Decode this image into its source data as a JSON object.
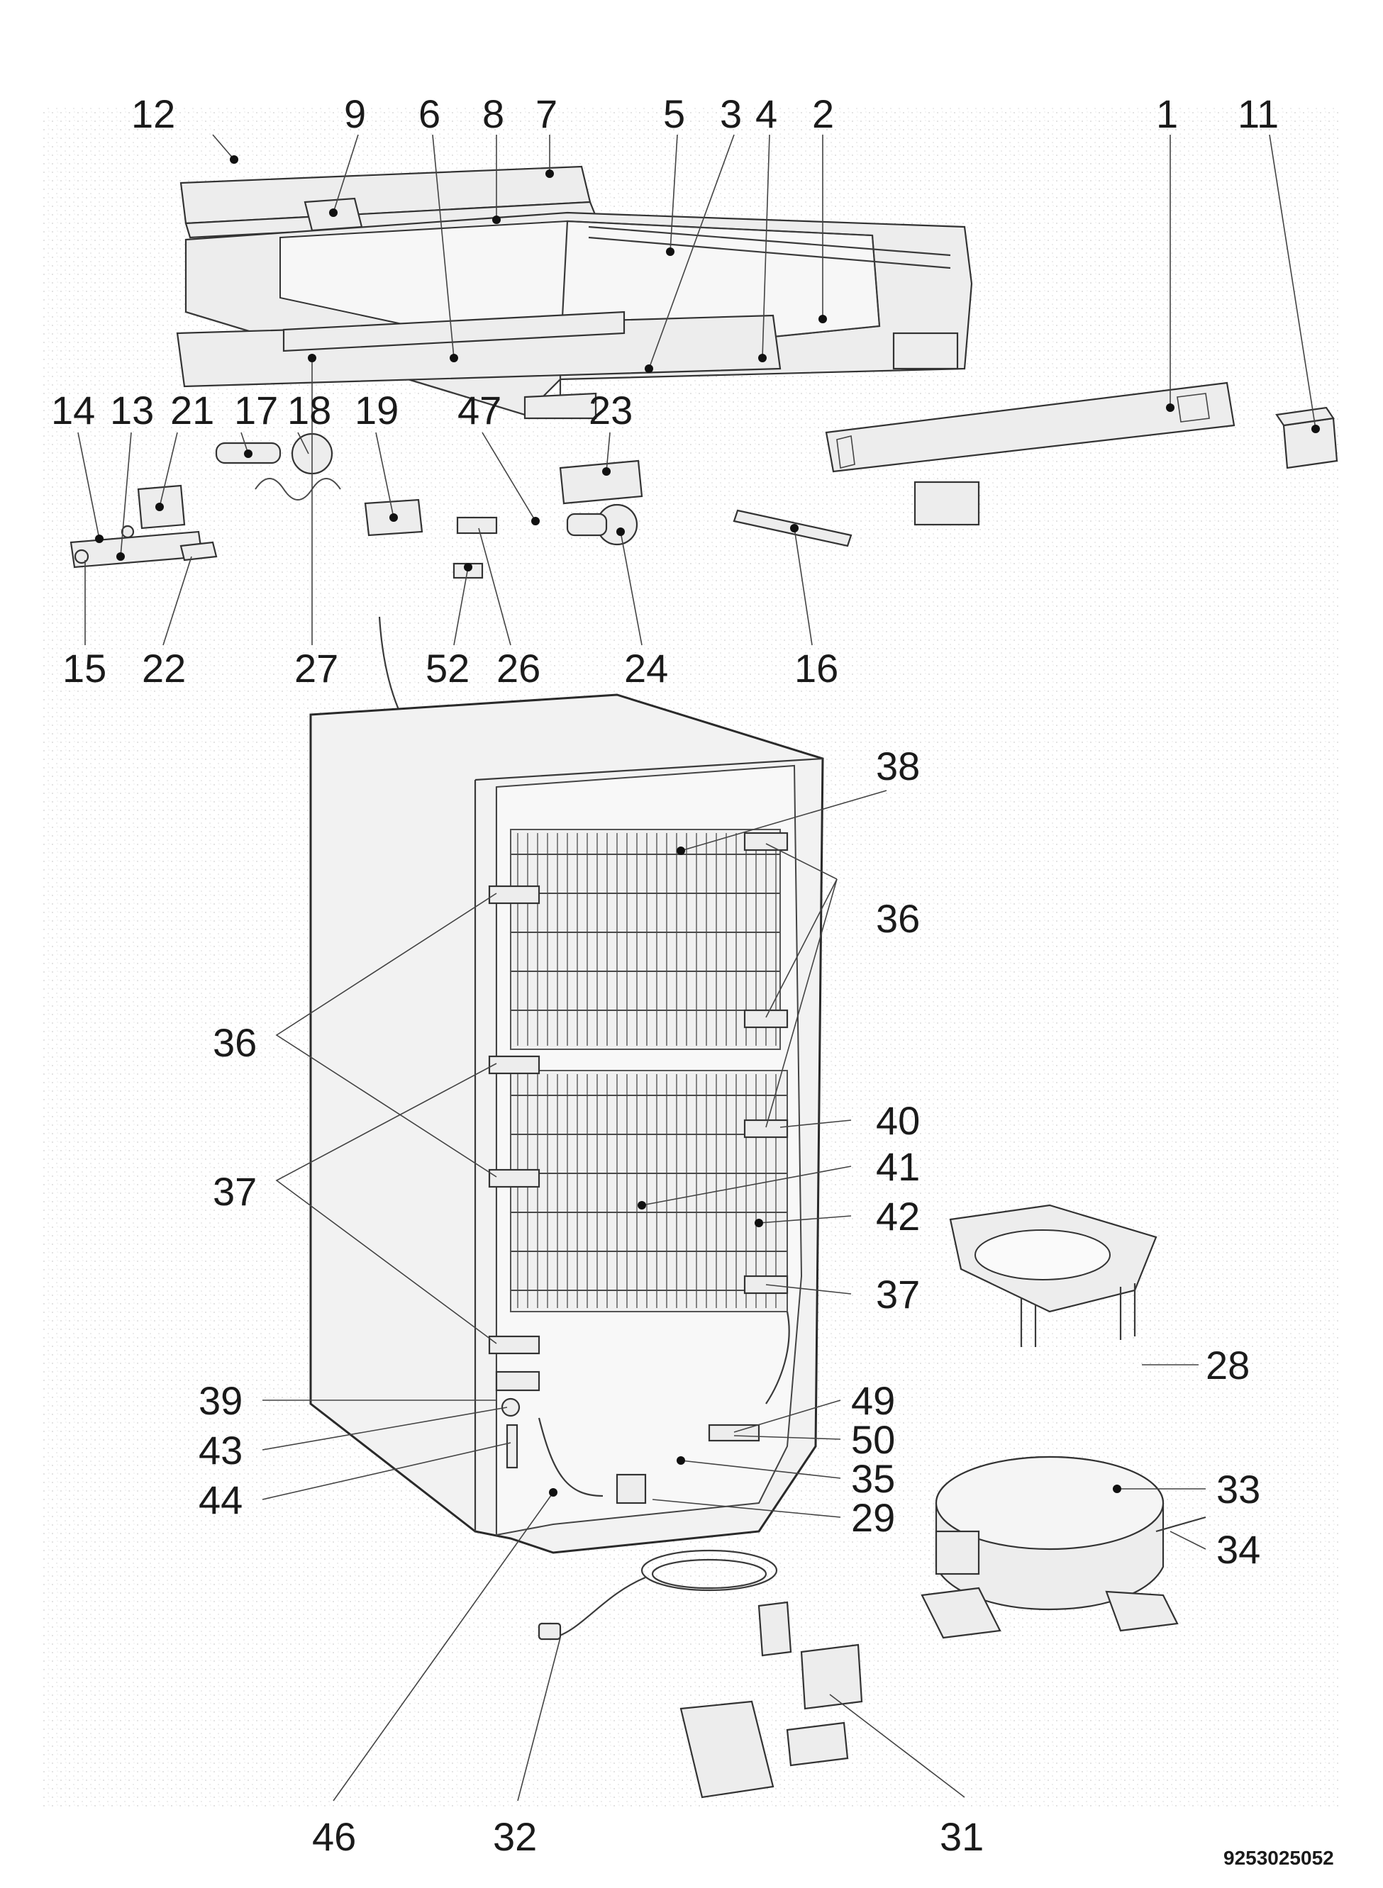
{
  "labels": [
    {
      "id": "12",
      "text": "12"
    },
    {
      "id": "9",
      "text": "9"
    },
    {
      "id": "6",
      "text": "6"
    },
    {
      "id": "8",
      "text": "8"
    },
    {
      "id": "7",
      "text": "7"
    },
    {
      "id": "5",
      "text": "5"
    },
    {
      "id": "3",
      "text": "3"
    },
    {
      "id": "4",
      "text": "4"
    },
    {
      "id": "2",
      "text": "2"
    },
    {
      "id": "1",
      "text": "1"
    },
    {
      "id": "11",
      "text": "11"
    },
    {
      "id": "14",
      "text": "14"
    },
    {
      "id": "13",
      "text": "13"
    },
    {
      "id": "21",
      "text": "21"
    },
    {
      "id": "17",
      "text": "17"
    },
    {
      "id": "18",
      "text": "18"
    },
    {
      "id": "19",
      "text": "19"
    },
    {
      "id": "47",
      "text": "47"
    },
    {
      "id": "23",
      "text": "23"
    },
    {
      "id": "15",
      "text": "15"
    },
    {
      "id": "22",
      "text": "22"
    },
    {
      "id": "27",
      "text": "27"
    },
    {
      "id": "52",
      "text": "52"
    },
    {
      "id": "26",
      "text": "26"
    },
    {
      "id": "24",
      "text": "24"
    },
    {
      "id": "16",
      "text": "16"
    },
    {
      "id": "38",
      "text": "38"
    },
    {
      "id": "36a",
      "text": "36"
    },
    {
      "id": "36b",
      "text": "36"
    },
    {
      "id": "40",
      "text": "40"
    },
    {
      "id": "41",
      "text": "41"
    },
    {
      "id": "37a",
      "text": "37"
    },
    {
      "id": "42",
      "text": "42"
    },
    {
      "id": "37b",
      "text": "37"
    },
    {
      "id": "28",
      "text": "28"
    },
    {
      "id": "39",
      "text": "39"
    },
    {
      "id": "49",
      "text": "49"
    },
    {
      "id": "43",
      "text": "43"
    },
    {
      "id": "50",
      "text": "50"
    },
    {
      "id": "35",
      "text": "35"
    },
    {
      "id": "44",
      "text": "44"
    },
    {
      "id": "29",
      "text": "29"
    },
    {
      "id": "33",
      "text": "33"
    },
    {
      "id": "34",
      "text": "34"
    },
    {
      "id": "46",
      "text": "46"
    },
    {
      "id": "32",
      "text": "32"
    },
    {
      "id": "31",
      "text": "31"
    }
  ],
  "document_number": "9253025052"
}
